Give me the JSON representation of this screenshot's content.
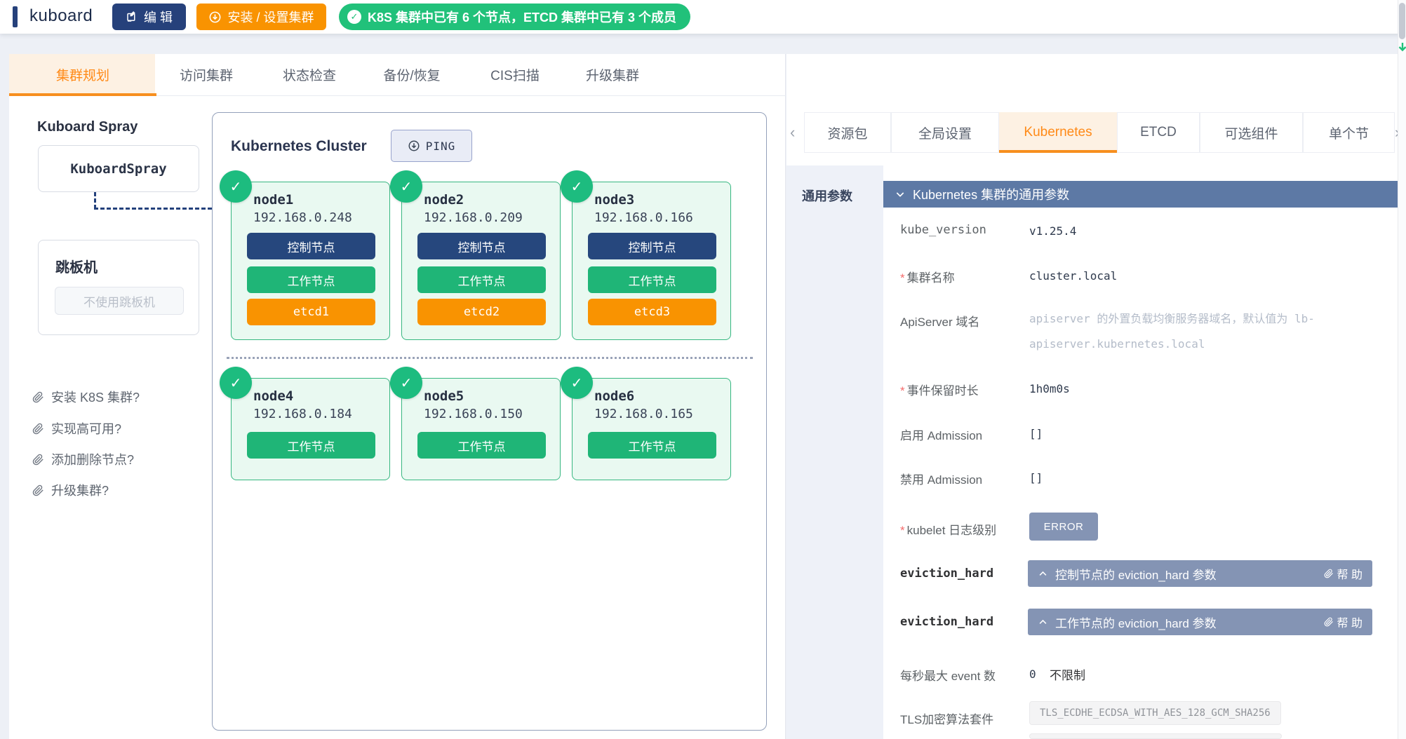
{
  "header": {
    "logo": "kuboard",
    "edit_button": "编 辑",
    "install_button": "安装 / 设置集群",
    "status_badge": "K8S 集群中已有 6 个节点，ETCD 集群中已有 3 个成员"
  },
  "main_tabs": [
    {
      "label": "集群规划",
      "active": true
    },
    {
      "label": "访问集群"
    },
    {
      "label": "状态检查"
    },
    {
      "label": "备份/恢复"
    },
    {
      "label": "CIS扫描"
    },
    {
      "label": "升级集群"
    }
  ],
  "sidebar": {
    "title": "Kuboard Spray",
    "spray_node": "KuboardSpray",
    "jumpbox_title": "跳板机",
    "jumpbox_button": "不使用跳板机",
    "links": [
      "安装 K8S 集群?",
      "实现高可用?",
      "添加删除节点?",
      "升级集群?"
    ]
  },
  "cluster": {
    "title": "Kubernetes Cluster",
    "ping_button": "PING",
    "nodes": [
      {
        "name": "node1",
        "ip": "192.168.0.248",
        "roles": [
          "控制节点",
          "工作节点",
          "etcd1"
        ]
      },
      {
        "name": "node2",
        "ip": "192.168.0.209",
        "roles": [
          "控制节点",
          "工作节点",
          "etcd2"
        ]
      },
      {
        "name": "node3",
        "ip": "192.168.0.166",
        "roles": [
          "控制节点",
          "工作节点",
          "etcd3"
        ]
      },
      {
        "name": "node4",
        "ip": "192.168.0.184",
        "roles": [
          "工作节点"
        ]
      },
      {
        "name": "node5",
        "ip": "192.168.0.150",
        "roles": [
          "工作节点"
        ]
      },
      {
        "name": "node6",
        "ip": "192.168.0.165",
        "roles": [
          "工作节点"
        ]
      }
    ]
  },
  "right_panel": {
    "tabs": [
      {
        "label": "资源包"
      },
      {
        "label": "全局设置"
      },
      {
        "label": "Kubernetes",
        "active": true
      },
      {
        "label": "ETCD"
      },
      {
        "label": "可选组件"
      },
      {
        "label": "单个节"
      }
    ],
    "section_label": "通用参数",
    "group_header": "Kubernetes 集群的通用参数",
    "form": {
      "required_marker": "*",
      "kube_version": {
        "label": "kube_version",
        "value": "v1.25.4"
      },
      "cluster_name": {
        "label": "集群名称",
        "value": "cluster.local"
      },
      "apiserver_domain": {
        "label": "ApiServer 域名",
        "placeholder": "apiserver 的外置负载均衡服务器域名，默认值为 lb-apiserver.kubernetes.local"
      },
      "event_ttl": {
        "label": "事件保留时长",
        "value": "1h0m0s"
      },
      "enable_admission": {
        "label": "启用 Admission",
        "value": "[]"
      },
      "disable_admission": {
        "label": "禁用 Admission",
        "value": "[]"
      },
      "kubelet_log_level": {
        "label": "kubelet 日志级别",
        "value": "ERROR"
      },
      "eviction_hard_control": {
        "label": "eviction_hard",
        "header": "控制节点的 eviction_hard 参数",
        "help": "帮 助"
      },
      "eviction_hard_worker": {
        "label": "eviction_hard",
        "header": "工作节点的 eviction_hard 参数",
        "help": "帮 助"
      },
      "max_events": {
        "label": "每秒最大 event 数",
        "value": "0",
        "suffix": "不限制"
      },
      "tls_cipher": {
        "label": "TLS加密算法套件",
        "tag": "TLS_ECDHE_ECDSA_WITH_AES_128_GCM_SHA256"
      }
    }
  },
  "icons": {
    "check": "✓",
    "chevron_left": "‹",
    "chevron_right": "›"
  },
  "colors": {
    "navy": "#26417b",
    "orange": "#f99301",
    "green": "#21c17a",
    "tab_orange": "#ff8a17",
    "slate": "#5d79a5",
    "slate_light": "#8494b4"
  }
}
